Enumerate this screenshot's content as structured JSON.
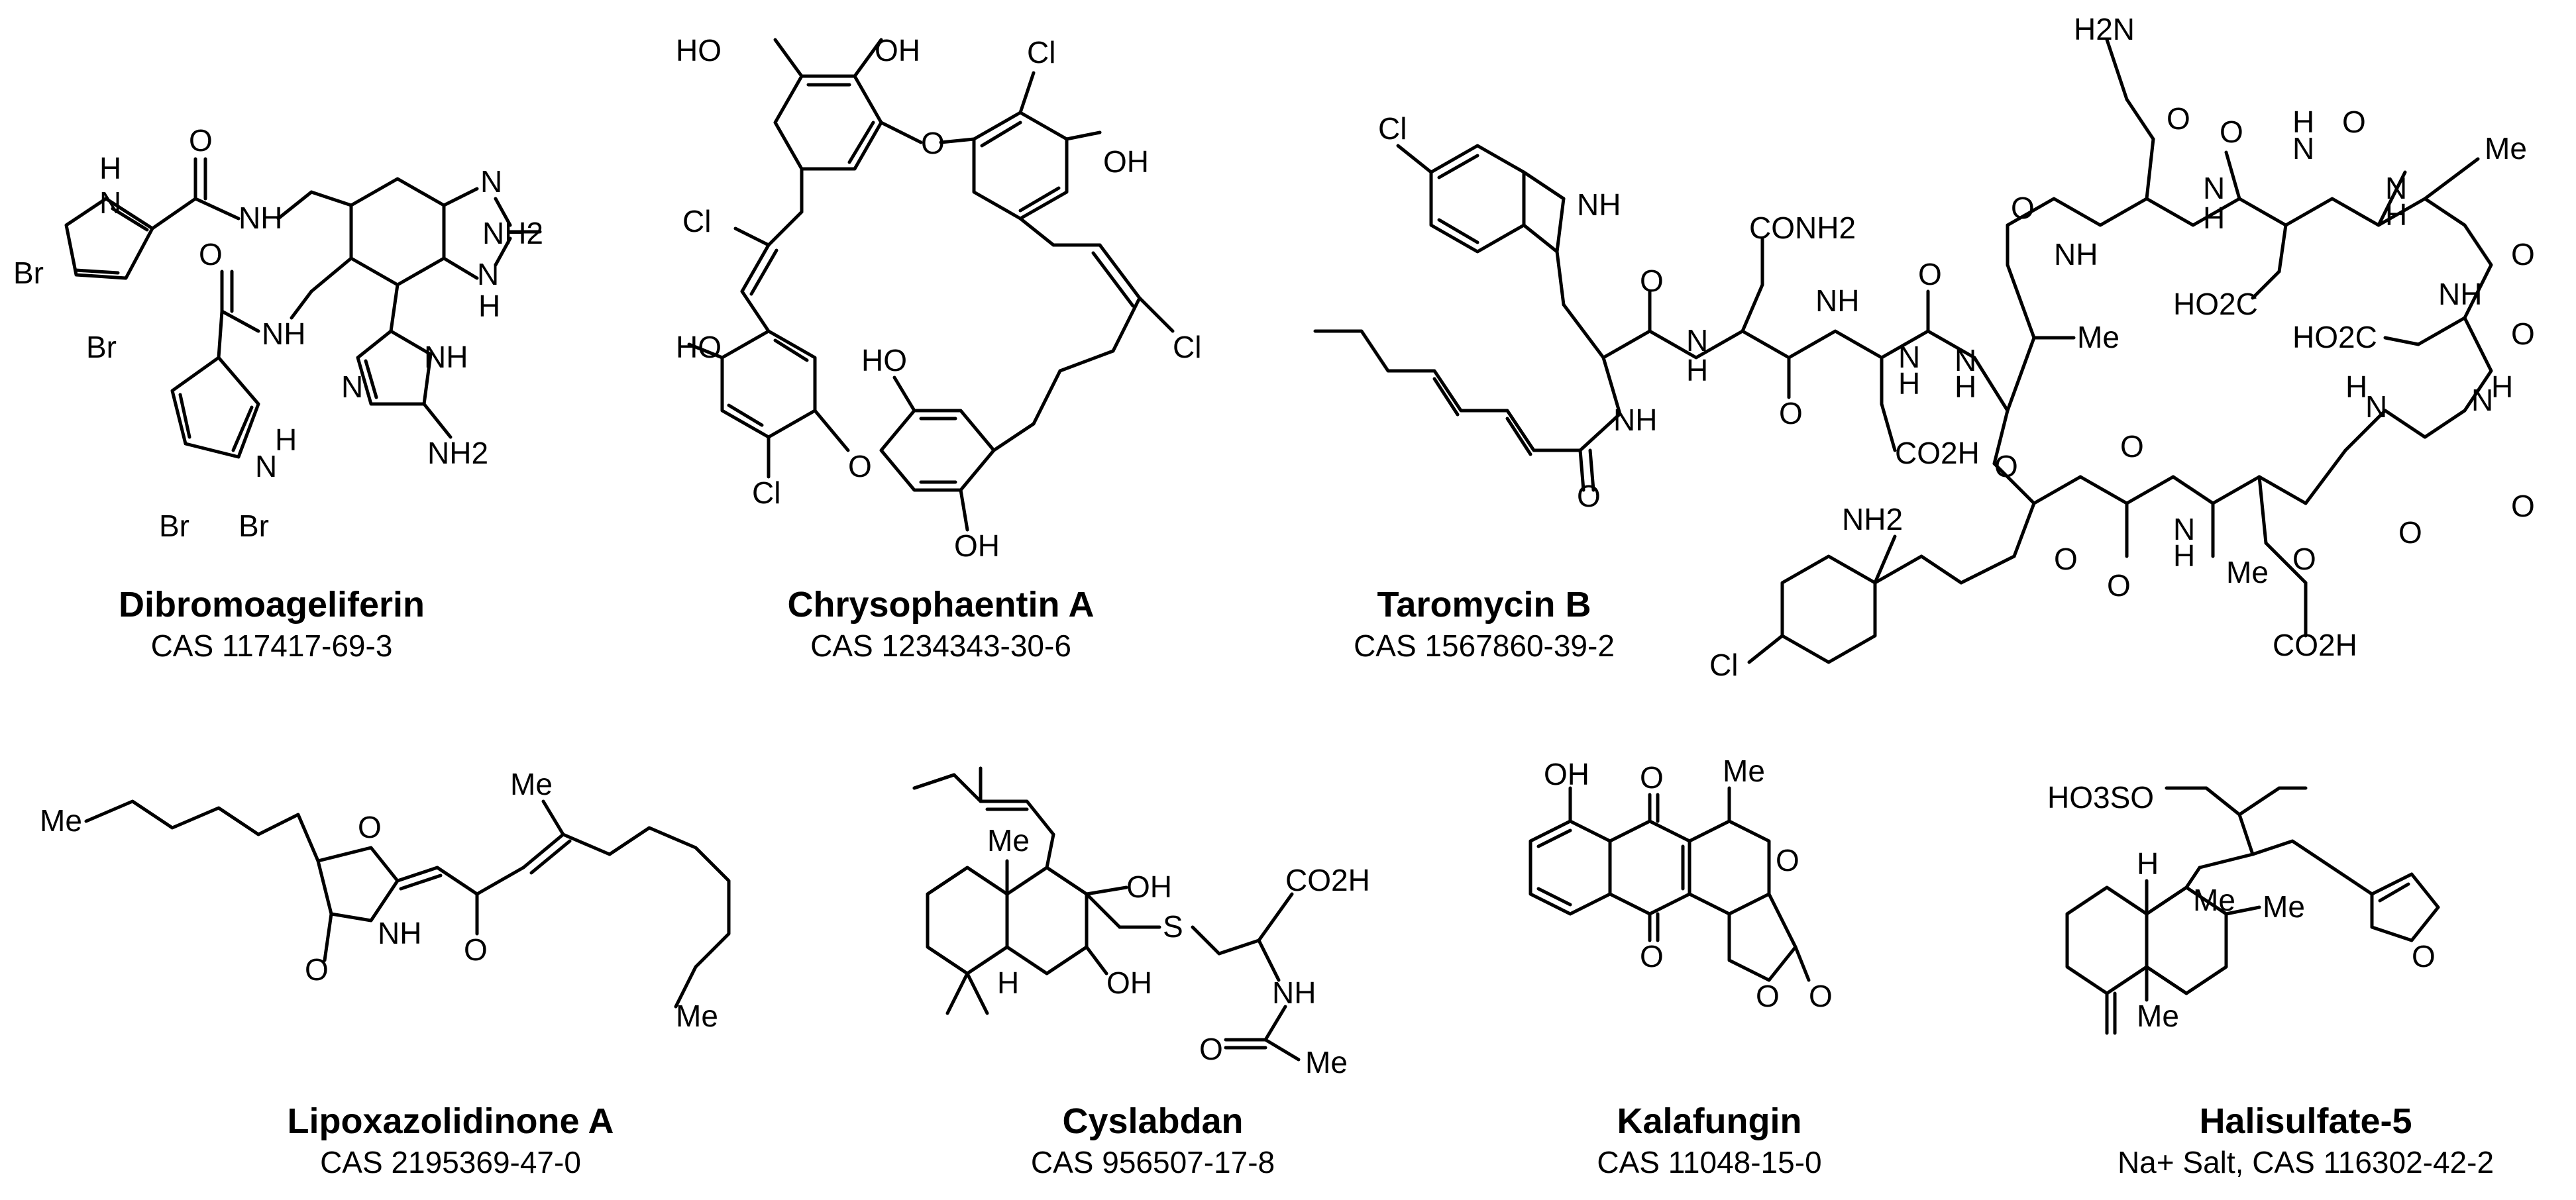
{
  "compounds": [
    {
      "name": "Dibromoageliferin",
      "cas": "CAS 117417-69-3",
      "atoms": [
        "Br",
        "Br",
        "Br",
        "Br",
        "H",
        "N",
        "NH",
        "O",
        "O",
        "NH",
        "N",
        "NH2",
        "N",
        "H",
        "N",
        "H",
        "NH",
        "N",
        "NH2"
      ]
    },
    {
      "name": "Chrysophaentin A",
      "cas": "CAS 1234343-30-6",
      "atoms": [
        "HO",
        "OH",
        "Cl",
        "OH",
        "Cl",
        "Cl",
        "Cl",
        "O",
        "O",
        "HO",
        "HO",
        "OH"
      ]
    },
    {
      "name": "Taromycin B",
      "cas": "CAS 1567860-39-2",
      "atoms": [
        "Cl",
        "NH",
        "CONH2",
        "NH",
        "H",
        "N",
        "O",
        "O",
        "NH",
        "O",
        "N",
        "H",
        "CO2H",
        "O",
        "O",
        "N",
        "H",
        "Me",
        "O",
        "O",
        "NH2",
        "Cl",
        "H2N",
        "O",
        "NH",
        "N",
        "H",
        "O",
        "HO2C",
        "N",
        "H",
        "O",
        "Me",
        "O",
        "N",
        "H",
        "HO2C",
        "NH",
        "O",
        "O",
        "N",
        "H",
        "O",
        "H",
        "N",
        "O",
        "N",
        "H",
        "Me",
        "CO2H",
        "O",
        "O"
      ]
    },
    {
      "name": "Lipoxazolidinone A",
      "cas": "CAS 2195369-47-0",
      "atoms": [
        "Me",
        "O",
        "NH",
        "O",
        "O",
        "Me",
        "Me"
      ]
    },
    {
      "name": "Cyslabdan",
      "cas": "CAS 956507-17-8",
      "atoms": [
        "Me",
        "OH",
        "S",
        "CO2H",
        "H",
        "OH",
        "NH",
        "O",
        "Me"
      ]
    },
    {
      "name": "Kalafungin",
      "cas": "CAS 11048-15-0",
      "atoms": [
        "OH",
        "O",
        "Me",
        "O",
        "O",
        "O",
        "O"
      ]
    },
    {
      "name": "Halisulfate-5",
      "cas": "Na+ Salt, CAS 116302-42-2",
      "atoms": [
        "HO3SO",
        "O",
        "H",
        "Me",
        "Me",
        "Me"
      ]
    }
  ]
}
